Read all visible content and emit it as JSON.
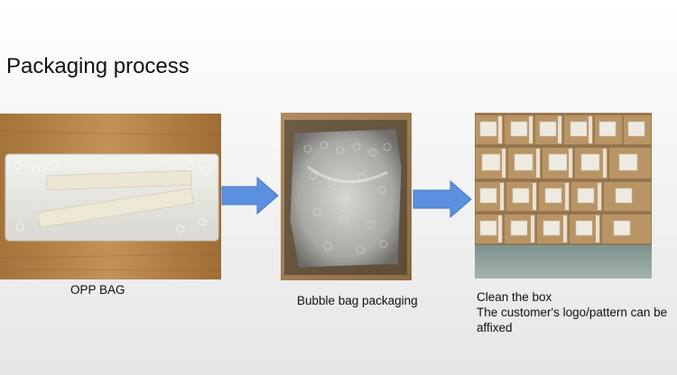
{
  "title": "Packaging process",
  "steps": [
    {
      "image": "opp-bag-photo",
      "caption": "OPP BAG"
    },
    {
      "image": "bubble-bag-photo",
      "caption": "Bubble bag packaging"
    },
    {
      "image": "boxes-photo",
      "caption_lines": [
        "Clean the box",
        "The customer's logo/pattern can be",
        "affixed"
      ]
    }
  ],
  "arrows": [
    "right-arrow-icon",
    "right-arrow-icon"
  ],
  "colors": {
    "arrow_fill": "#5b8fe0",
    "arrow_stroke": "#4a78c4",
    "wood": "#b98745",
    "cardboard": "#b58f5f",
    "floor": "#8a9b96"
  }
}
